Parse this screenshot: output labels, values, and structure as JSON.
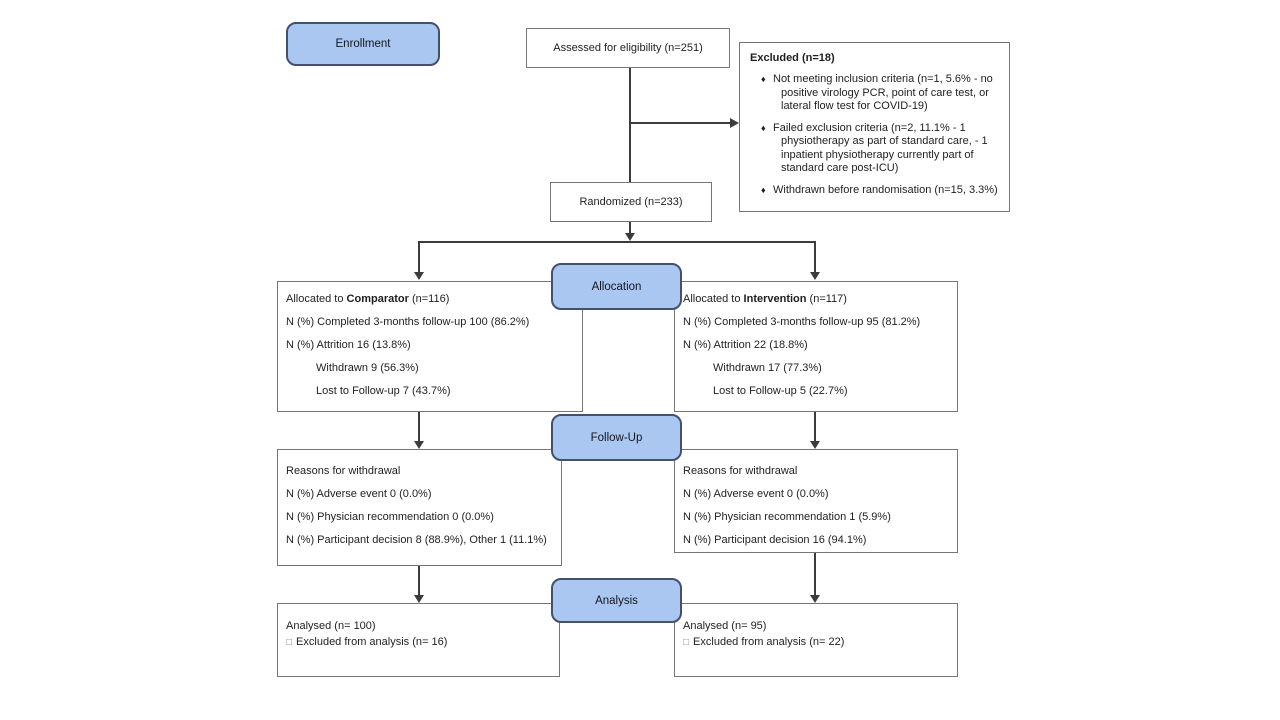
{
  "colors": {
    "badge_fill": "#aac7f2",
    "badge_border": "#44506e",
    "box_border": "#767676",
    "line": "#3c3c3c",
    "text": "#1f1f1f"
  },
  "stages": {
    "enrollment": "Enrollment",
    "allocation": "Allocation",
    "followup": "Follow-Up",
    "analysis": "Analysis"
  },
  "eligibility": {
    "assessed": "Assessed for eligibility (n=251)",
    "randomized": "Randomized (n=233)"
  },
  "excluded": {
    "title": "Excluded (n=18)",
    "bullet_glyph": "♦",
    "items": [
      "Not meeting inclusion criteria (n=1, 5.6% - no positive virology PCR, point of care test, or lateral flow test for COVID-19)",
      "Failed exclusion criteria (n=2, 11.1% - 1 physiotherapy as part of standard care, - 1 inpatient physiotherapy currently part of standard care post-ICU)",
      "Withdrawn before randomisation (n=15, 3.3%)"
    ]
  },
  "allocation": {
    "left": {
      "prefix": "Allocated to ",
      "arm": "Comparator",
      "suffix": " (n=116)",
      "completed": "N (%) Completed 3-months follow-up 100 (86.2%)",
      "attrition": "N (%) Attrition 16 (13.8%)",
      "withdrawn": "Withdrawn 9 (56.3%)",
      "lost": "Lost to Follow-up 7 (43.7%)"
    },
    "right": {
      "prefix": "Allocated to ",
      "arm": "Intervention",
      "suffix": " (n=117)",
      "completed": "N (%) Completed 3-months follow-up 95 (81.2%)",
      "attrition": "N (%) Attrition 22 (18.8%)",
      "withdrawn": "Withdrawn 17 (77.3%)",
      "lost": "Lost to Follow-up 5 (22.7%)"
    }
  },
  "followup": {
    "left": {
      "title": "Reasons for withdrawal",
      "adverse": "N (%) Adverse event 0 (0.0%)",
      "physician": "N (%) Physician recommendation 0 (0.0%)",
      "participant": "N (%) Participant decision 8 (88.9%), Other 1 (11.1%)"
    },
    "right": {
      "title": "Reasons for withdrawal",
      "adverse": "N (%) Adverse event 0 (0.0%)",
      "physician": "N (%) Physician recommendation 1 (5.9%)",
      "participant": "N (%) Participant decision 16 (94.1%)"
    }
  },
  "analysis": {
    "left": {
      "analysed": "Analysed (n= 100)",
      "excluded_marker": "□",
      "excluded": "Excluded from analysis (n= 16)"
    },
    "right": {
      "analysed": "Analysed (n= 95)",
      "excluded_marker": "□",
      "excluded": "Excluded from analysis (n= 22)"
    }
  }
}
